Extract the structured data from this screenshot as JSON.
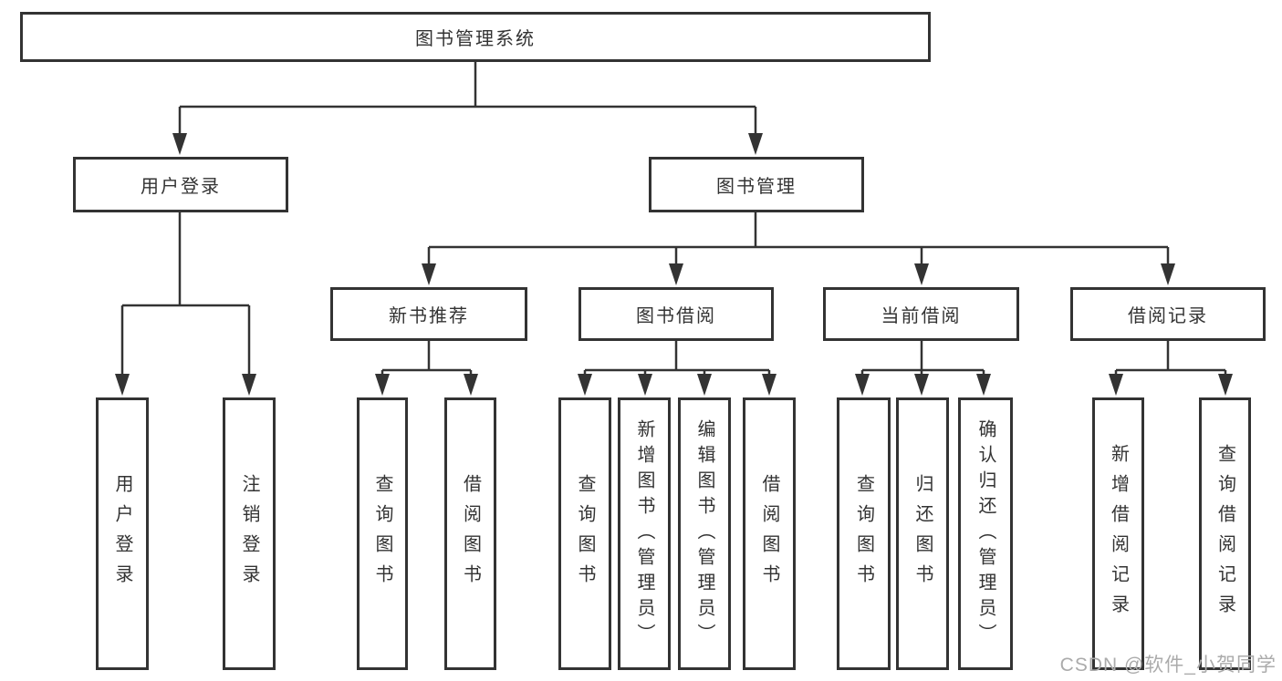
{
  "diagram": {
    "root": {
      "label": "图书管理系统"
    },
    "branches": [
      {
        "label": "用户登录",
        "leaves": [
          "用户登录",
          "注销登录"
        ]
      },
      {
        "label": "图书管理",
        "groups": [
          {
            "label": "新书推荐",
            "leaves": [
              "查询图书",
              "借阅图书"
            ]
          },
          {
            "label": "图书借阅",
            "leaves": [
              "查询图书",
              "新增图书（管理员）",
              "编辑图书（管理员）",
              "借阅图书"
            ]
          },
          {
            "label": "当前借阅",
            "leaves": [
              "查询图书",
              "归还图书",
              "确认归还（管理员）"
            ]
          },
          {
            "label": "借阅记录",
            "leaves": [
              "新增借阅记录",
              "查询借阅记录"
            ]
          }
        ]
      }
    ]
  },
  "watermark": {
    "text": "CSDN @软件_小贺同学"
  },
  "colors": {
    "line": "#333333",
    "text": "#333333",
    "background": "#ffffff",
    "watermark": "#ababab"
  }
}
